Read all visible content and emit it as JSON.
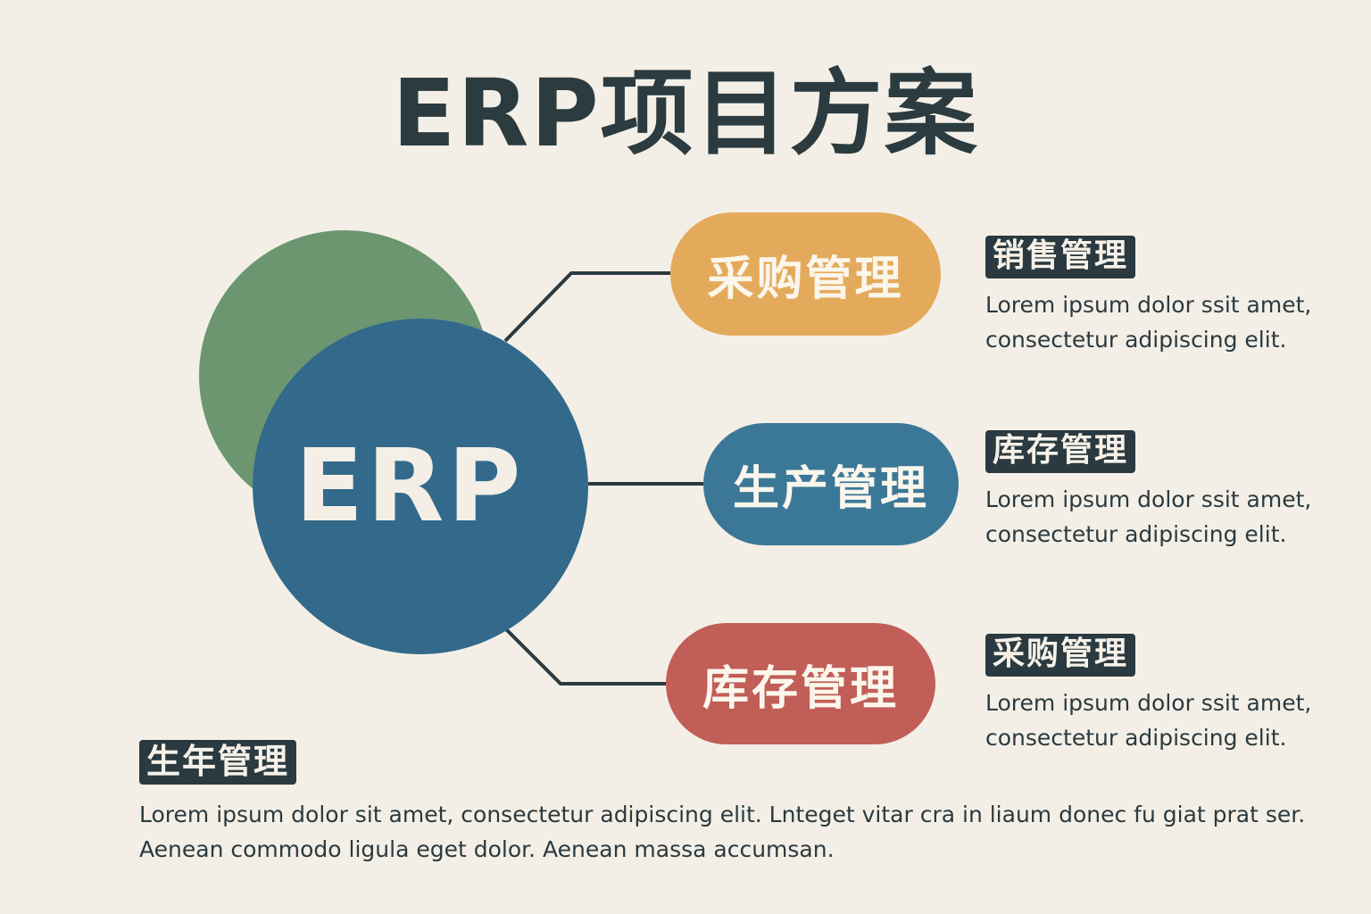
{
  "title": "ERP项目方案",
  "center": {
    "label": "ERP",
    "colors": {
      "back_circle": "#6b9670",
      "front_circle": "#336a8b"
    }
  },
  "branches": [
    {
      "label": "采购管理",
      "color": "#e4aa5b"
    },
    {
      "label": "生产管理",
      "color": "#3b7898"
    },
    {
      "label": "库存管理",
      "color": "#c15e57"
    }
  ],
  "side_notes": [
    {
      "heading": "销售管理",
      "lines": [
        "Lorem ipsum dolor ssit amet,",
        "consectetur adipiscing elit."
      ]
    },
    {
      "heading": "库存管理",
      "lines": [
        "Lorem ipsum dolor ssit amet,",
        "consectetur adipiscing elit."
      ]
    },
    {
      "heading": "采购管理",
      "lines": [
        "Lorem ipsum dolor ssit amet,",
        "consectetur adipiscing elit."
      ]
    }
  ],
  "bottom_note": {
    "heading": "生年管理",
    "lines": [
      "Lorem ipsum dolor sit amet, consectetur adipiscing elit. Lnteget vitar cra in liaum donec fu giat prat ser.",
      "Aenean commodo ligula eget dolor. Aenean massa accumsan."
    ]
  },
  "colors": {
    "background": "#f4efe6",
    "text": "#2a3a40",
    "connector": "#2a3a40"
  }
}
